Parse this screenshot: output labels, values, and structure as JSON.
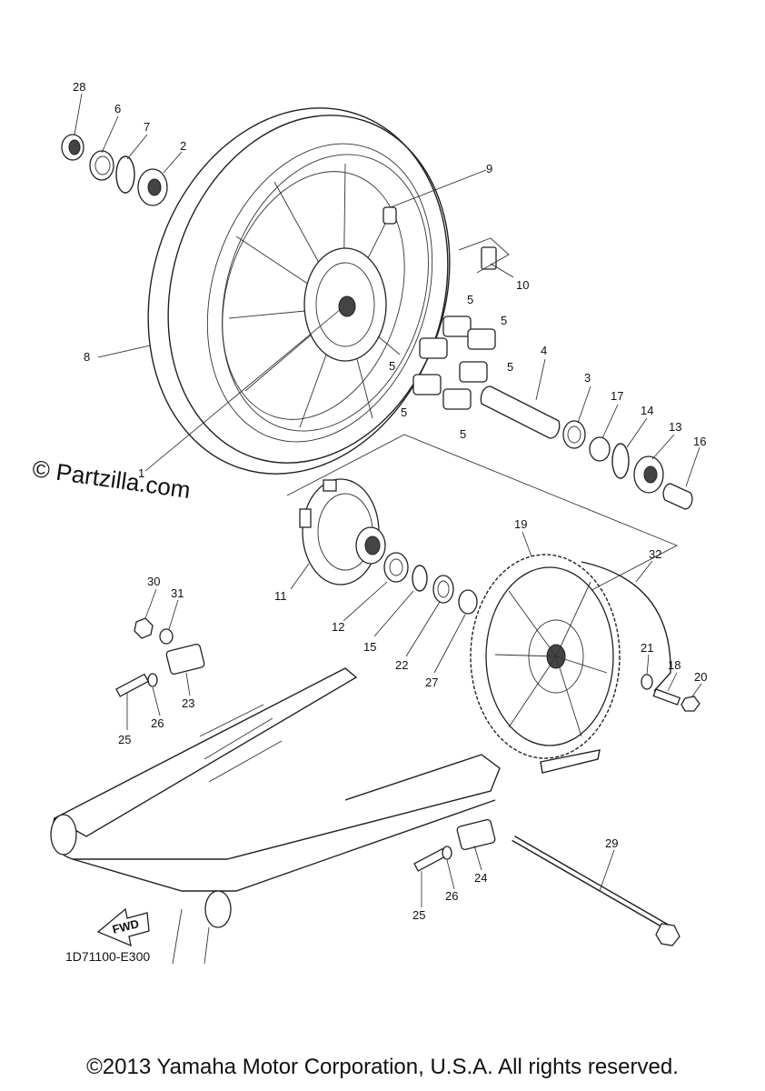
{
  "watermark": "© Partzilla.com",
  "diagram_code": "1D71100-E300",
  "copyright": "©2013 Yamaha Motor Corporation, U.S.A. All rights reserved.",
  "fwd_label": "FWD",
  "callouts": [
    "28",
    "6",
    "7",
    "2",
    "9",
    "10",
    "8",
    "5",
    "5",
    "5",
    "5",
    "5",
    "5",
    "4",
    "3",
    "17",
    "14",
    "13",
    "16",
    "1",
    "11",
    "19",
    "32",
    "12",
    "15",
    "22",
    "27",
    "21",
    "18",
    "20",
    "30",
    "31",
    "23",
    "25",
    "26",
    "29",
    "24",
    "26",
    "25"
  ]
}
